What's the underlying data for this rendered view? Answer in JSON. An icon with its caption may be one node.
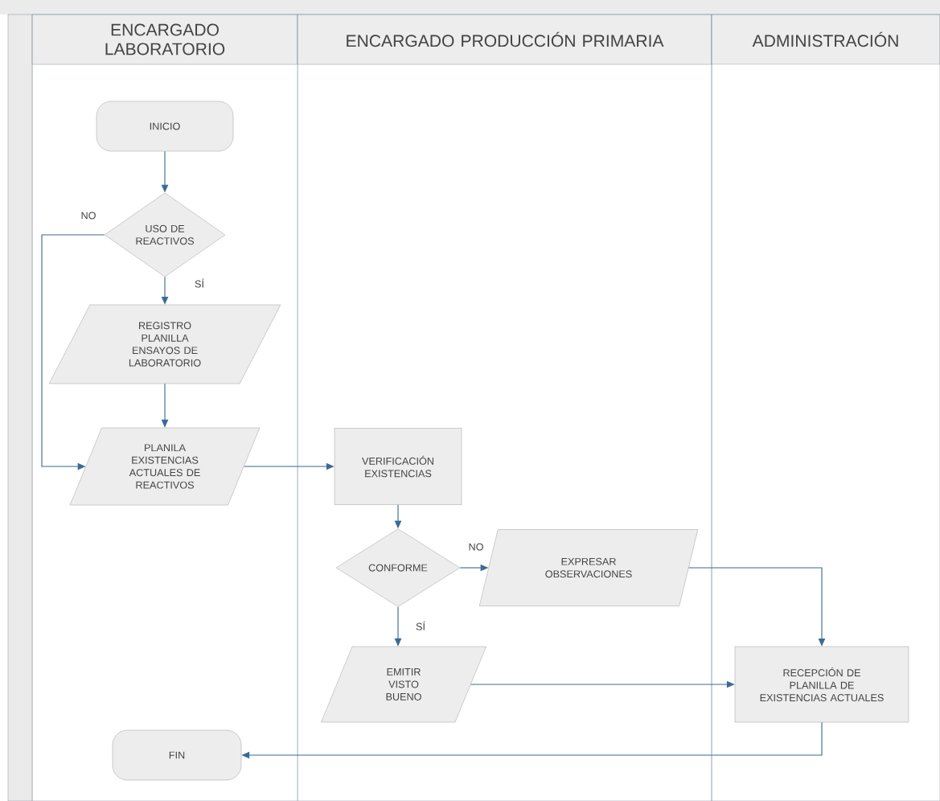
{
  "diagram": {
    "nodes": [
      {
        "text": [
          "ENCARGADO LABORATORIO"
        ]
      },
      {
        "text": [
          "ENCARGADO PRODUCCIÓN PRIMARIA"
        ]
      },
      {
        "text": [
          "ADMINISTRACIÓN"
        ]
      },
      {
        "text": [
          "INICIO"
        ],
        "in": 0
      },
      {
        "text": [
          "USO DE REACTIVOS"
        ],
        "in": 0
      },
      {
        "text": [
          "REGISTRO PLANILLA ENSAYOS DE LABORATORIO"
        ],
        "in": 0
      },
      {
        "text": [
          "PLANILA EXISTENCIAS ACTUALES DE REACTIVOS"
        ],
        "in": 0
      },
      {
        "text": [
          "VERIFICACIÓN EXISTENCIAS"
        ],
        "in": 1
      },
      {
        "text": [
          "CONFORME"
        ],
        "in": 1
      },
      {
        "text": [
          "EXPRESAR OBSERVACIONES"
        ],
        "in": 1
      },
      {
        "text": [
          "EMITIR VISTO BUENO"
        ],
        "in": 1
      },
      {
        "text": [
          "RECEPCIÓN DE PLANILLA DE EXISTENCIAS ACTUALES"
        ],
        "in": 2
      },
      {
        "text": [
          "FIN"
        ],
        "in": 0
      }
    ],
    "edges": [
      {
        "from": 3,
        "to": 4,
        "arrow": "to"
      },
      {
        "from": 4,
        "to": 5,
        "arrow": "to",
        "label": "SÍ"
      },
      {
        "from": 4,
        "to": 6,
        "arrow": "to",
        "label": "NO"
      },
      {
        "from": 5,
        "to": 6,
        "arrow": "to"
      },
      {
        "from": 6,
        "to": 7,
        "arrow": "to"
      },
      {
        "from": 7,
        "to": 8,
        "arrow": "to"
      },
      {
        "from": 8,
        "to": 9,
        "arrow": "to",
        "label": "NO"
      },
      {
        "from": 8,
        "to": 10,
        "arrow": "to",
        "label": "SÍ"
      },
      {
        "from": 9,
        "to": 11,
        "arrow": "to"
      },
      {
        "from": 10,
        "to": 11,
        "arrow": "to"
      },
      {
        "from": 11,
        "to": 12,
        "arrow": "to"
      }
    ]
  }
}
